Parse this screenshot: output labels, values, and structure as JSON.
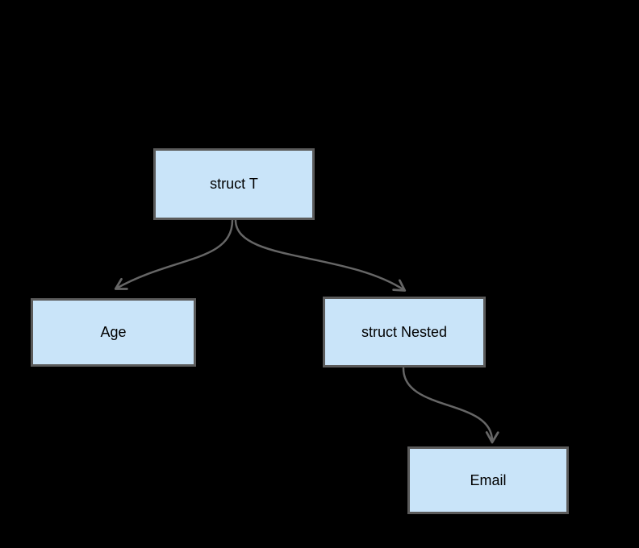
{
  "diagram": {
    "background_color": "#000000",
    "node_fill_color": "#c9e4f9",
    "node_border_color": "#5b5b5b",
    "edge_color": "#666666",
    "nodes": [
      {
        "id": "struct_t",
        "label": "struct T"
      },
      {
        "id": "age",
        "label": "Age"
      },
      {
        "id": "struct_nested",
        "label": "struct Nested"
      },
      {
        "id": "email",
        "label": "Email"
      }
    ],
    "edges": [
      {
        "from": "struct_t",
        "to": "age"
      },
      {
        "from": "struct_t",
        "to": "struct_nested"
      },
      {
        "from": "struct_nested",
        "to": "email"
      }
    ]
  }
}
